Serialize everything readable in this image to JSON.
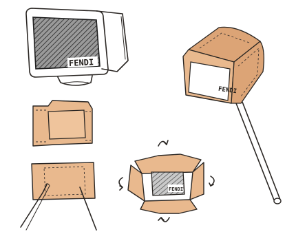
{
  "brand_label": "FENDI",
  "colors": {
    "kraft_paper": "#e9b98e",
    "kraft_shadow": "#dca476",
    "ink": "#2a2623",
    "screen_gray": "#8f8f8f",
    "background": "#ffffff"
  },
  "panels": [
    {
      "name": "crt-monitor-sketch"
    },
    {
      "name": "box-on-pole-sketch"
    },
    {
      "name": "flat-box-top-sketch"
    },
    {
      "name": "flat-box-with-sticks-sketch"
    },
    {
      "name": "folding-box-with-rotation-arrows-sketch"
    }
  ]
}
